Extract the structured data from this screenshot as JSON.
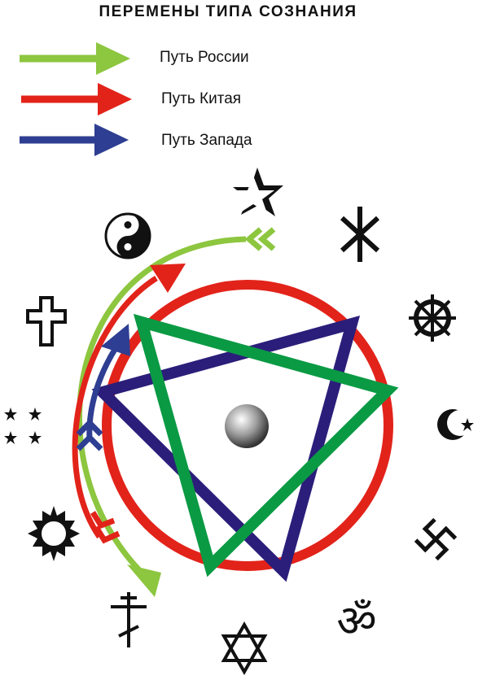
{
  "title": "ПЕРЕМЕНЫ ТИПА СОЗНАНИЯ",
  "legend": [
    {
      "label": "Путь России",
      "color": "#8dc63f"
    },
    {
      "label": "Путь Китая",
      "color": "#e2231a"
    },
    {
      "label": "Путь Запада",
      "color": "#2e3e92"
    }
  ],
  "colors": {
    "russia": "#8dc63f",
    "china": "#e2231a",
    "west": "#2e3e92",
    "circle": "#e2231a",
    "green_triangle": "#0a9a44",
    "navy_triangle": "#2b1e7a",
    "symbol": "#111111"
  },
  "symbols": [
    "star-outline-icon",
    "taiji-icon",
    "snowflake-cross-icon",
    "latin-cross-icon",
    "dharma-wheel-icon",
    "four-stars-icon",
    "crescent-star-icon",
    "sun-icon",
    "swastika-icon",
    "orthodox-cross-icon",
    "om-icon",
    "star-of-david-icon"
  ],
  "glyphs": {
    "om": "ॐ",
    "star_of_david": "✡",
    "taiji": "☯",
    "dharma_wheel": "☸",
    "cross": "✝",
    "orthodox_cross": "☦"
  }
}
